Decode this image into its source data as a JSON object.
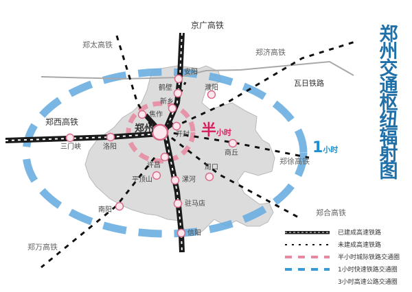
{
  "title": {
    "chars": [
      "郑",
      "州",
      "交",
      "通",
      "枢",
      "纽",
      "辐",
      "射",
      "图"
    ],
    "text": "郑州交通枢纽辐射图"
  },
  "colors": {
    "title": "#1f6fa8",
    "province_fill": "#dcdcdc",
    "half_hour_ring": "#e8889f",
    "one_hour_ring": "#6aaee0",
    "rail_built": "#1a1a1a",
    "accent_half": "#d81e5b",
    "accent_one": "#1e8fd0"
  },
  "center_label": "郑州",
  "circles": {
    "half_hour": {
      "big": "半",
      "small": "小时"
    },
    "one_hour": {
      "big": "1",
      "small": "小时"
    }
  },
  "railways": [
    {
      "name": "京广高铁"
    },
    {
      "name": "郑太高铁"
    },
    {
      "name": "郑济高铁"
    },
    {
      "name": "瓦日铁路"
    },
    {
      "name": "郑西高铁"
    },
    {
      "name": "郑徐高铁"
    },
    {
      "name": "郑合高铁"
    },
    {
      "name": "郑万高铁"
    }
  ],
  "cities": [
    {
      "name": "安阳"
    },
    {
      "name": "鹤壁"
    },
    {
      "name": "濮阳"
    },
    {
      "name": "新乡"
    },
    {
      "name": "焦作"
    },
    {
      "name": "开封"
    },
    {
      "name": "三门峡"
    },
    {
      "name": "洛阳"
    },
    {
      "name": "商丘"
    },
    {
      "name": "许昌"
    },
    {
      "name": "平顶山"
    },
    {
      "name": "周口"
    },
    {
      "name": "漯河"
    },
    {
      "name": "南阳"
    },
    {
      "name": "驻马店"
    },
    {
      "name": "信阳"
    }
  ],
  "legend": [
    {
      "label": "已建成高速铁路",
      "style": "built"
    },
    {
      "label": "未建成高速铁路",
      "style": "planned"
    },
    {
      "label": "半小时城际铁路交通圈",
      "style": "half"
    },
    {
      "label": "1小时快速铁路交通圈",
      "style": "one"
    },
    {
      "label": "3小时高速公路交通圈",
      "style": "none"
    }
  ]
}
